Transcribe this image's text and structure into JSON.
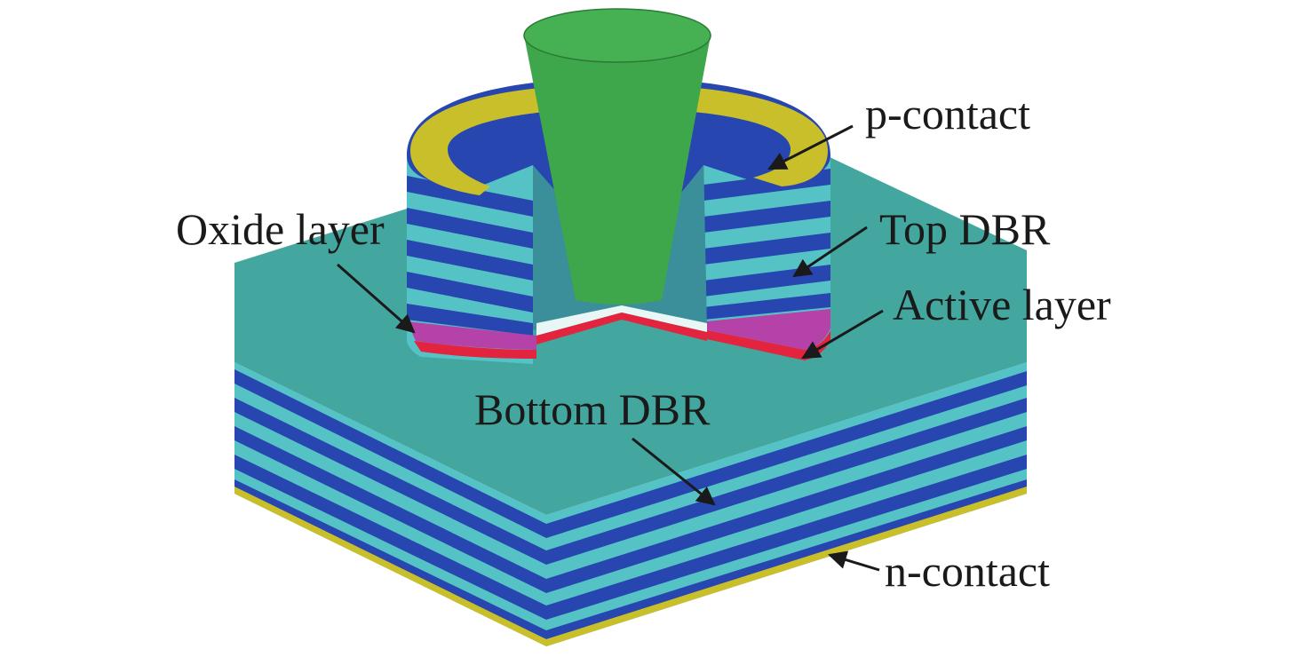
{
  "labels": {
    "p_contact": "p-contact",
    "top_dbr": "Top DBR",
    "oxide_layer": "Oxide layer",
    "active_layer": "Active layer",
    "bottom_dbr": "Bottom DBR",
    "n_contact": "n-contact"
  },
  "colors": {
    "light_dbr": "#55c3c5",
    "dark_dbr": "#2746b0",
    "substrate_top": "#43a79f",
    "contact_metal": "#c9bf2a",
    "active_red": "#e2243e",
    "oxide_magenta": "#b542a8",
    "cone_green": "#3ea64b",
    "arrow": "#1a1a1a"
  }
}
